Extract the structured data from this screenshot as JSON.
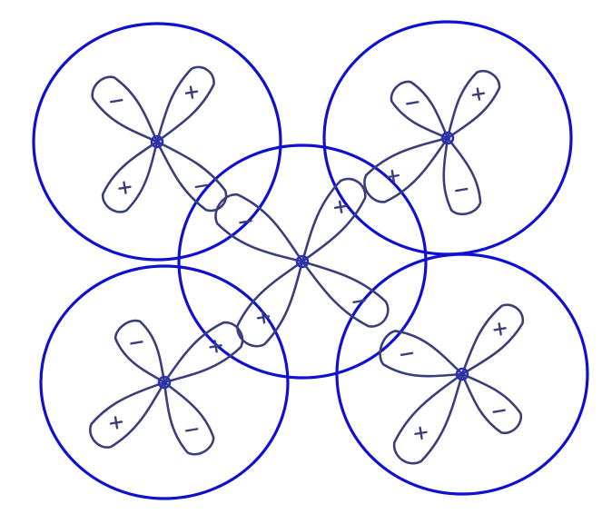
{
  "colors": {
    "circle": "#1010d0",
    "orbital": "#3a3f7a",
    "nucleus": "#2a2fb8",
    "background": "#ffffff"
  },
  "orbitals": [
    {
      "name": "top-left",
      "lobes": [
        {
          "sign": "-"
        },
        {
          "sign": "+"
        },
        {
          "sign": "-"
        },
        {
          "sign": "+"
        }
      ]
    },
    {
      "name": "top-right",
      "lobes": [
        {
          "sign": "-"
        },
        {
          "sign": "+"
        },
        {
          "sign": "-"
        },
        {
          "sign": "+"
        }
      ]
    },
    {
      "name": "center",
      "lobes": [
        {
          "sign": "-"
        },
        {
          "sign": "+"
        },
        {
          "sign": "-"
        },
        {
          "sign": "+"
        }
      ]
    },
    {
      "name": "bottom-left",
      "lobes": [
        {
          "sign": "-"
        },
        {
          "sign": "+"
        },
        {
          "sign": "-"
        },
        {
          "sign": "+"
        }
      ]
    },
    {
      "name": "bottom-right",
      "lobes": [
        {
          "sign": "-"
        },
        {
          "sign": "+"
        },
        {
          "sign": "-"
        },
        {
          "sign": "+"
        }
      ]
    }
  ]
}
